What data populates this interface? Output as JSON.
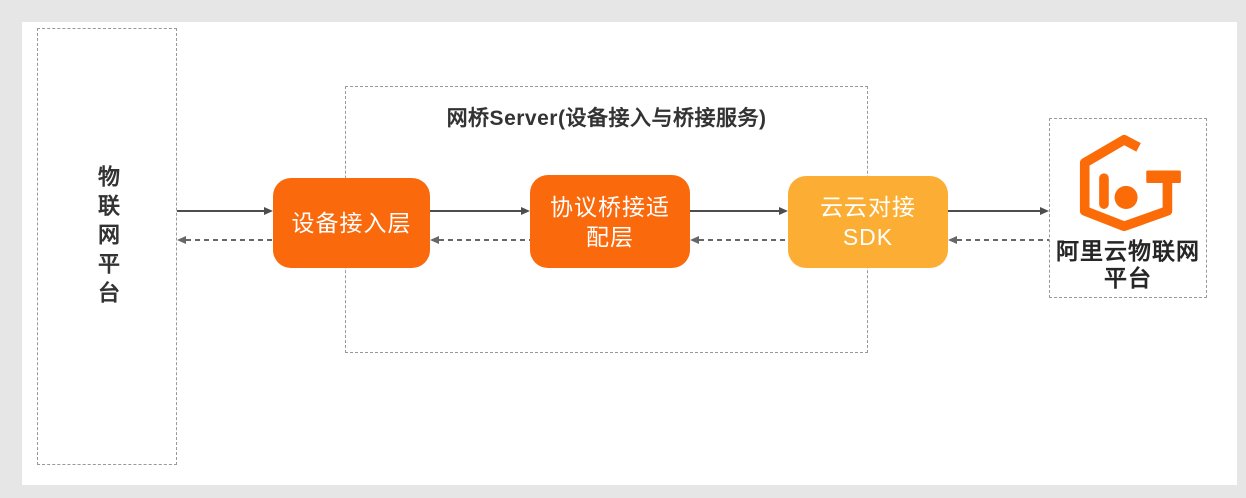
{
  "left_platform": {
    "label": "物联网平台"
  },
  "bridge_server": {
    "title": "网桥Server(设备接入与桥接服务)"
  },
  "nodes": [
    {
      "id": "device-access-layer",
      "lines": [
        "设备接入层"
      ]
    },
    {
      "id": "protocol-bridge-adapter-layer",
      "lines": [
        "协议桥接适",
        "配层"
      ]
    },
    {
      "id": "cloud-cloud-sdk",
      "lines": [
        "云云对接",
        "SDK"
      ]
    }
  ],
  "aliyun_platform": {
    "lines": [
      "阿里云物联网",
      "平台"
    ],
    "logo_icon": "aliyun-iot-logo"
  },
  "colors": {
    "background": "#e6e6e6",
    "panel": "#ffffff",
    "node_orange": "#fa690c",
    "node_yellow": "#fbae33",
    "logo_orange": "#fb6c09",
    "dash_border": "#999999",
    "arrow": "#4d4d4d",
    "text_dark": "#333333",
    "node_text": "#ffffff"
  }
}
